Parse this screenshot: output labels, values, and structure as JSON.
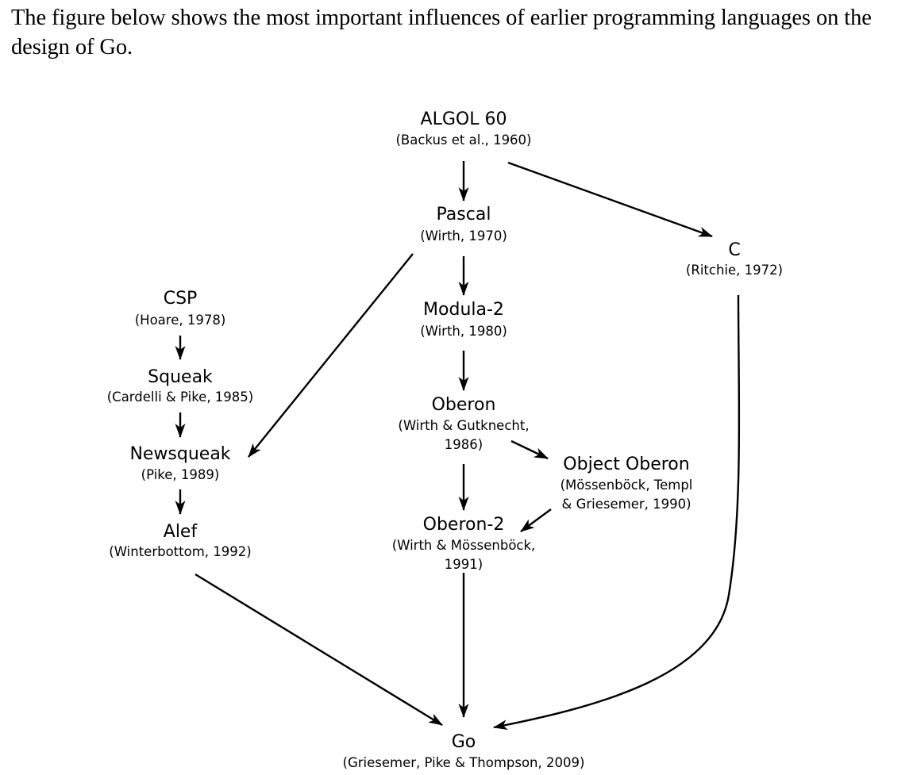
{
  "intro_text": "The figure below shows the most important influences of earlier programming languages on the design of Go.",
  "nodes": {
    "algol60": {
      "name": "ALGOL 60",
      "sub": [
        "(Backus et al., 1960)"
      ]
    },
    "pascal": {
      "name": "Pascal",
      "sub": [
        "(Wirth, 1970)"
      ]
    },
    "c": {
      "name": "C",
      "sub": [
        "(Ritchie, 1972)"
      ]
    },
    "modula2": {
      "name": "Modula-2",
      "sub": [
        "(Wirth, 1980)"
      ]
    },
    "csp": {
      "name": "CSP",
      "sub": [
        "(Hoare, 1978)"
      ]
    },
    "squeak": {
      "name": "Squeak",
      "sub": [
        "(Cardelli & Pike, 1985)"
      ]
    },
    "newsqueak": {
      "name": "Newsqueak",
      "sub": [
        "(Pike, 1989)"
      ]
    },
    "alef": {
      "name": "Alef",
      "sub": [
        "(Winterbottom, 1992)"
      ]
    },
    "oberon": {
      "name": "Oberon",
      "sub": [
        "(Wirth & Gutknecht,",
        "1986)"
      ]
    },
    "object_oberon": {
      "name": "Object Oberon",
      "sub": [
        "(Mössenböck, Templ",
        "& Griesemer, 1990)"
      ]
    },
    "oberon2": {
      "name": "Oberon-2",
      "sub": [
        "(Wirth & Mössenböck,",
        "1991)"
      ]
    },
    "go": {
      "name": "Go",
      "sub": [
        "(Griesemer, Pike & Thompson, 2009)"
      ]
    }
  },
  "edges": [
    {
      "from": "algol60",
      "to": "pascal"
    },
    {
      "from": "algol60",
      "to": "c"
    },
    {
      "from": "pascal",
      "to": "modula2"
    },
    {
      "from": "pascal",
      "to": "newsqueak"
    },
    {
      "from": "modula2",
      "to": "oberon"
    },
    {
      "from": "csp",
      "to": "squeak"
    },
    {
      "from": "squeak",
      "to": "newsqueak"
    },
    {
      "from": "newsqueak",
      "to": "alef"
    },
    {
      "from": "oberon",
      "to": "object_oberon"
    },
    {
      "from": "oberon",
      "to": "oberon2"
    },
    {
      "from": "object_oberon",
      "to": "oberon2"
    },
    {
      "from": "oberon2",
      "to": "go"
    },
    {
      "from": "alef",
      "to": "go"
    },
    {
      "from": "c",
      "to": "go"
    }
  ]
}
